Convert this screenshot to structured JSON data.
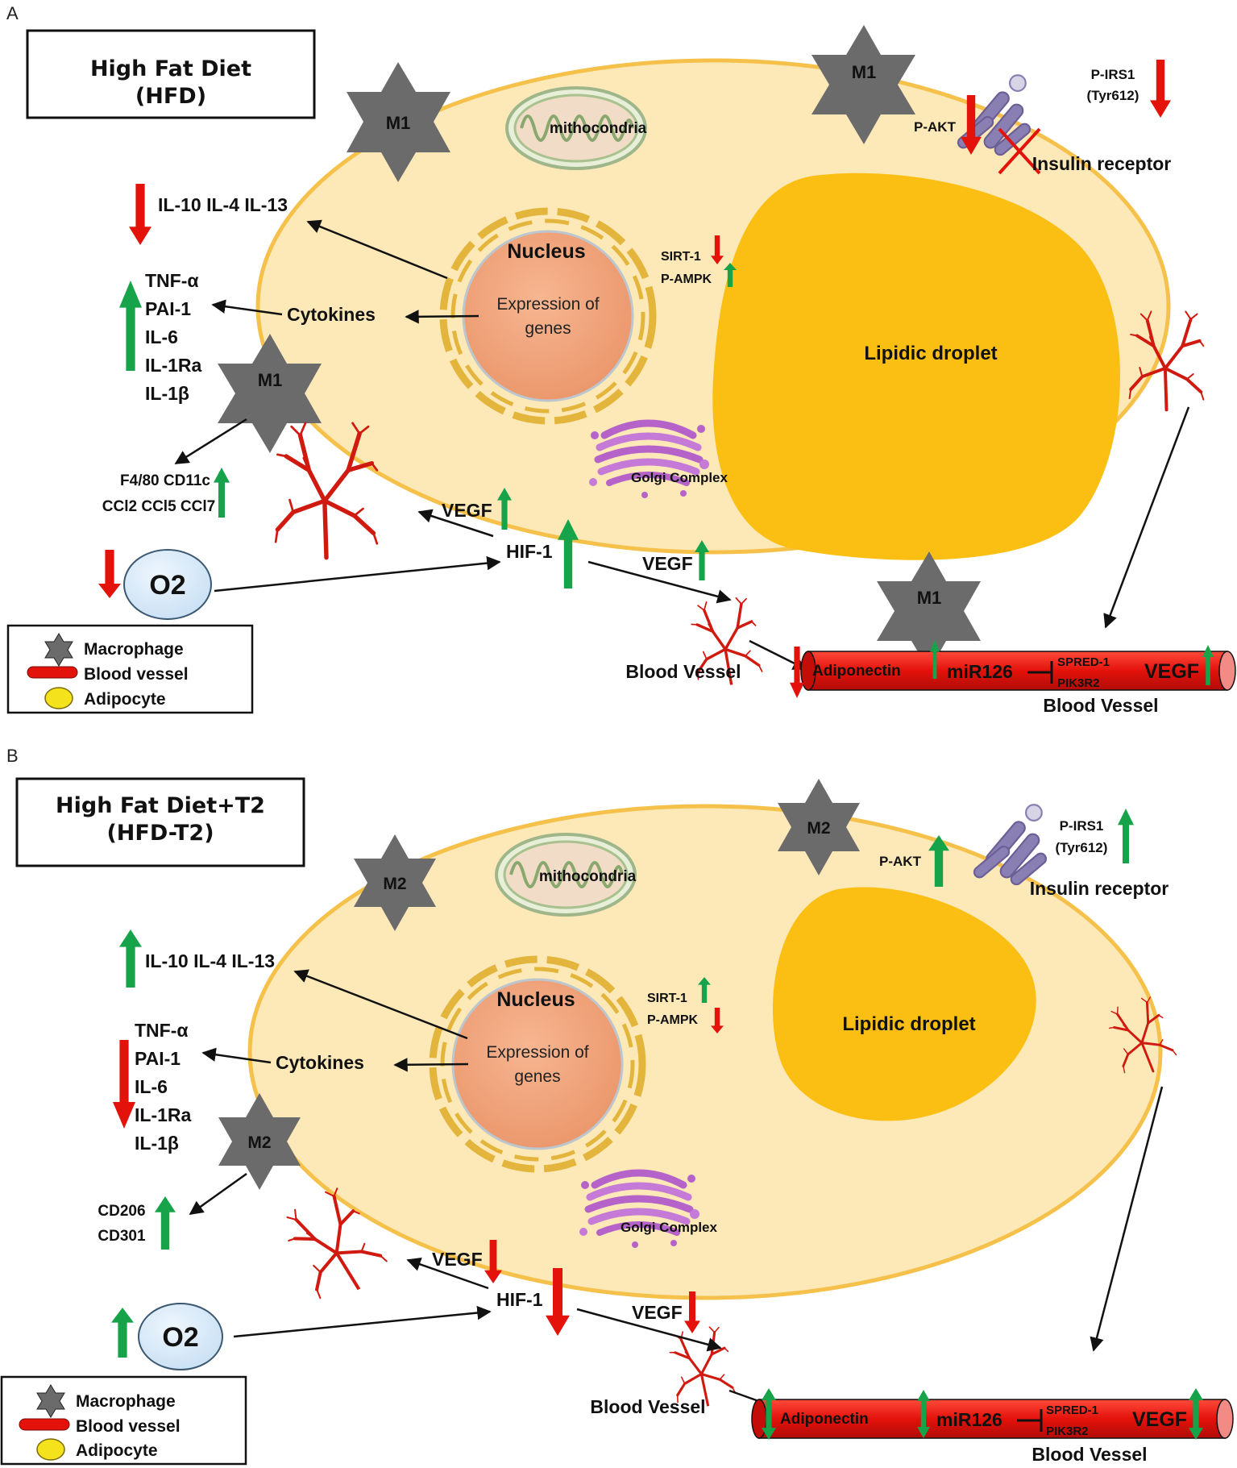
{
  "panels": [
    {
      "letter": "A",
      "title_line1": "High Fat Diet",
      "title_line2": "(HFD)",
      "macrophage_type": "M1",
      "organelles": {
        "mitochondria": "mithocondria",
        "nucleus": "Nucleus",
        "expression_line1": "Expression of",
        "expression_line2": "genes",
        "golgi": "Golgi Complex",
        "lipid": "Lipidic droplet"
      },
      "interleukins": "IL-10 IL-4 IL-13",
      "cytokines_label": "Cytokines",
      "cytokine_list": [
        "TNF-α",
        "PAI-1",
        "IL-6",
        "IL-1Ra",
        "IL-1β"
      ],
      "macrophage_markers": [
        "F4/80 CD11c",
        "CCl2 CCl5 CCl7"
      ],
      "sirt1": "SIRT-1",
      "pampk": "P-AMPK",
      "pakt": "P-AKT",
      "pirs1_line1": "P-IRS1",
      "pirs1_line2": "(Tyr612)",
      "insulin_receptor": "Insulin receptor",
      "vegf": "VEGF",
      "hif1": "HIF-1",
      "o2": "O2",
      "blood_vessel": "Blood Vessel",
      "vessel": {
        "adiponectin": "Adiponectin",
        "mir126": "miR126",
        "spred1": "SPRED-1",
        "pik3r2": "PIK3R2",
        "vegf": "VEGF",
        "label": "Blood Vessel"
      },
      "legend": [
        "Macrophage",
        "Blood vessel",
        "Adipocyte"
      ]
    },
    {
      "letter": "B",
      "title_line1": "High Fat Diet+T2",
      "title_line2": "(HFD-T2)",
      "macrophage_type": "M2",
      "organelles": {
        "mitochondria": "mithocondria",
        "nucleus": "Nucleus",
        "expression_line1": "Expression of",
        "expression_line2": "genes",
        "golgi": "Golgi Complex",
        "lipid": "Lipidic droplet"
      },
      "interleukins": "IL-10 IL-4 IL-13",
      "cytokines_label": "Cytokines",
      "cytokine_list": [
        "TNF-α",
        "PAI-1",
        "IL-6",
        "IL-1Ra",
        "IL-1β"
      ],
      "macrophage_markers": [
        "CD206",
        "CD301"
      ],
      "sirt1": "SIRT-1",
      "pampk": "P-AMPK",
      "pakt": "P-AKT",
      "pirs1_line1": "P-IRS1",
      "pirs1_line2": "(Tyr612)",
      "insulin_receptor": "Insulin receptor",
      "vegf": "VEGF",
      "hif1": "HIF-1",
      "o2": "O2",
      "blood_vessel": "Blood Vessel",
      "vessel": {
        "adiponectin": "Adiponectin",
        "mir126": "miR126",
        "spred1": "SPRED-1",
        "pik3r2": "PIK3R2",
        "vegf": "VEGF",
        "label": "Blood Vessel"
      },
      "legend": [
        "Macrophage",
        "Blood vessel",
        "Adipocyte"
      ]
    }
  ],
  "colors": {
    "up_arrow": "#16a34a",
    "down_arrow": "#e3120b",
    "cell_fill": "#fde9b8",
    "cell_stroke": "#f5c14a",
    "lipid_fill": "#fbbf14",
    "nucleus_fill": "#f2a47c",
    "macrophage": "#6b6b6b",
    "vessel": "#e8130f",
    "o2_fill": "#d9ebf9"
  }
}
